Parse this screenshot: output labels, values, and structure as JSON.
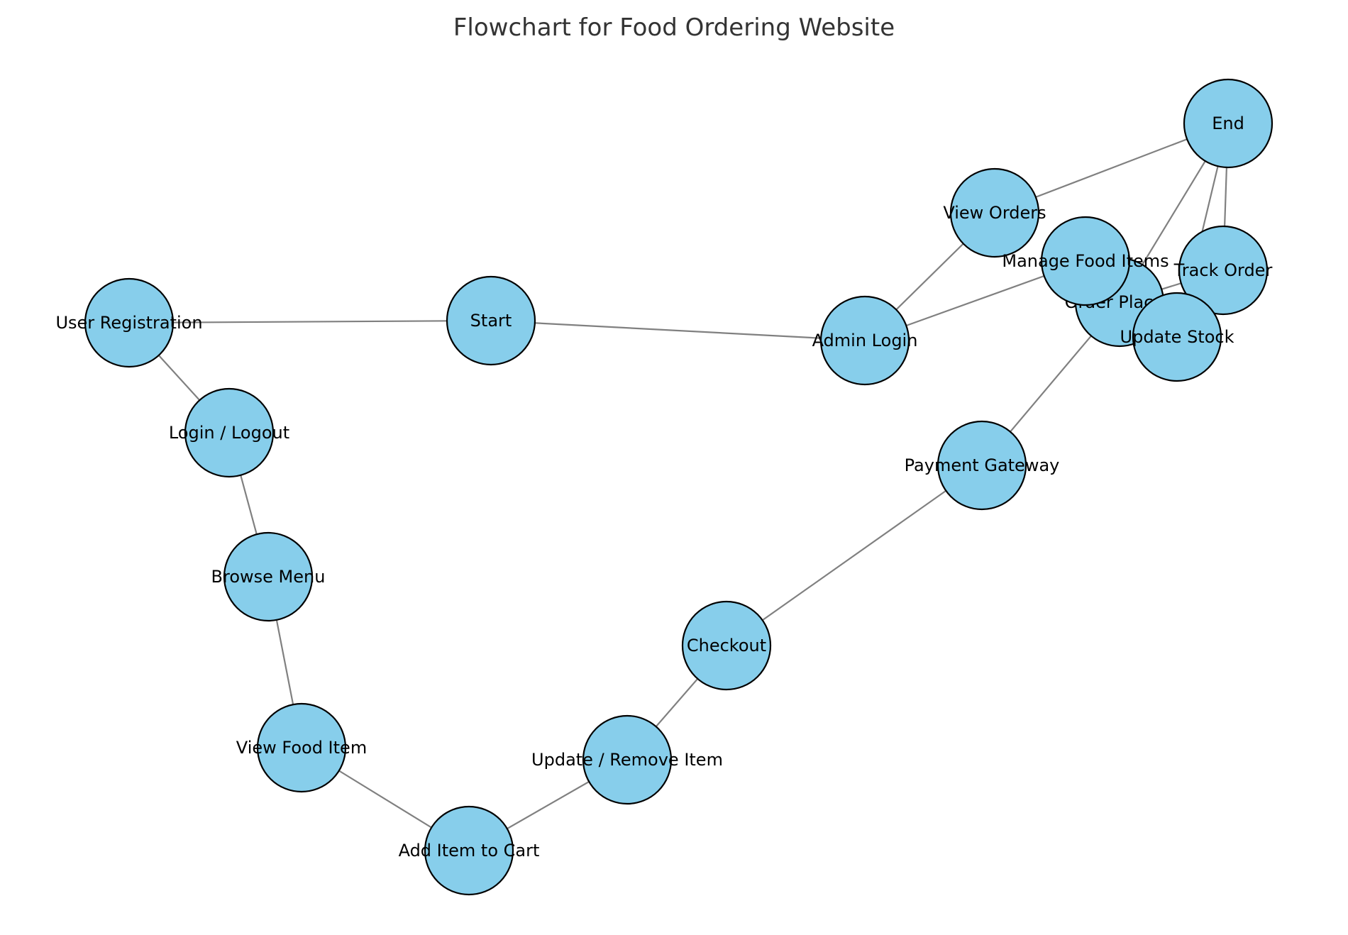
{
  "title": "Flowchart for Food Ordering Website",
  "colors": {
    "node_fill": "#87ceeb",
    "node_stroke": "#000000",
    "edge": "#808080",
    "label": "#000000",
    "title": "#333333"
  },
  "nodes": [
    {
      "id": "start",
      "label": "Start"
    },
    {
      "id": "user-registration",
      "label": "User Registration"
    },
    {
      "id": "login-logout",
      "label": "Login / Logout"
    },
    {
      "id": "browse-menu",
      "label": "Browse Menu"
    },
    {
      "id": "view-food-item",
      "label": "View Food Item"
    },
    {
      "id": "add-item-to-cart",
      "label": "Add Item to Cart"
    },
    {
      "id": "update-remove-item",
      "label": "Update / Remove Item"
    },
    {
      "id": "checkout",
      "label": "Checkout"
    },
    {
      "id": "payment-gateway",
      "label": "Payment Gateway"
    },
    {
      "id": "order-placed",
      "label": "Order Placed"
    },
    {
      "id": "track-order",
      "label": "Track Order"
    },
    {
      "id": "end",
      "label": "End"
    },
    {
      "id": "admin-login",
      "label": "Admin Login"
    },
    {
      "id": "view-orders",
      "label": "View Orders"
    },
    {
      "id": "manage-food-items",
      "label": "Manage Food Items"
    },
    {
      "id": "update-stock",
      "label": "Update Stock"
    }
  ],
  "edges": [
    [
      "start",
      "user-registration"
    ],
    [
      "user-registration",
      "login-logout"
    ],
    [
      "login-logout",
      "browse-menu"
    ],
    [
      "browse-menu",
      "view-food-item"
    ],
    [
      "view-food-item",
      "add-item-to-cart"
    ],
    [
      "add-item-to-cart",
      "update-remove-item"
    ],
    [
      "update-remove-item",
      "checkout"
    ],
    [
      "checkout",
      "payment-gateway"
    ],
    [
      "payment-gateway",
      "order-placed"
    ],
    [
      "order-placed",
      "track-order"
    ],
    [
      "track-order",
      "end"
    ],
    [
      "start",
      "admin-login"
    ],
    [
      "admin-login",
      "view-orders"
    ],
    [
      "admin-login",
      "manage-food-items"
    ],
    [
      "manage-food-items",
      "update-stock"
    ],
    [
      "view-orders",
      "end"
    ],
    [
      "update-stock",
      "end"
    ],
    [
      "order-placed",
      "end"
    ]
  ]
}
